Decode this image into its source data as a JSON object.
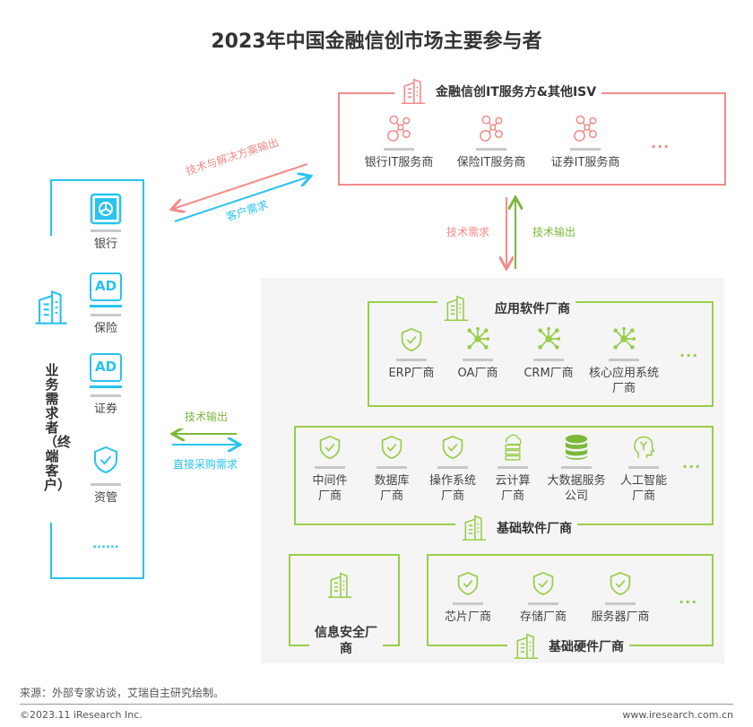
{
  "title": "2023年中国金融信创市场主要参与者",
  "colors": {
    "pink": "#f28b8b",
    "blue": "#29c3ef",
    "green": "#9acd4a",
    "bg": "#f5f5f5"
  },
  "it_services": {
    "title": "金融信创IT服务方&其他ISV",
    "items": [
      "银行IT服务商",
      "保险IT服务商",
      "证券IT服务商"
    ],
    "more": "..."
  },
  "customers": {
    "title": "业务需求者（终端客户）",
    "items": [
      "银行",
      "保险",
      "证券",
      "资管"
    ],
    "more": "......",
    "ad": "AD"
  },
  "arrows": {
    "solution_output": "技术与解决方案输出",
    "customer_demand": "客户需求",
    "tech_demand": "技术需求",
    "tech_output": "技术输出",
    "tech_output_2": "技术输出",
    "direct_purchase": "直接采购需求"
  },
  "app_software": {
    "title": "应用软件厂商",
    "items": [
      "ERP厂商",
      "OA厂商",
      "CRM厂商",
      "核心应用系统厂商"
    ],
    "more": "..."
  },
  "base_software": {
    "title": "基础软件厂商",
    "items": [
      "中间件厂商",
      "数据库厂商",
      "操作系统厂商",
      "云计算厂商",
      "大数据服务公司",
      "人工智能厂商"
    ],
    "more": "..."
  },
  "security": {
    "title": "信息安全厂商"
  },
  "hardware": {
    "title": "基础硬件厂商",
    "items": [
      "芯片厂商",
      "存储厂商",
      "服务器厂商"
    ],
    "more": "..."
  },
  "footer": {
    "source": "来源：外部专家访谈，艾瑞自主研究绘制。",
    "copyright": "©2023.11 iResearch Inc.",
    "website": "www.iresearch.com.cn"
  }
}
